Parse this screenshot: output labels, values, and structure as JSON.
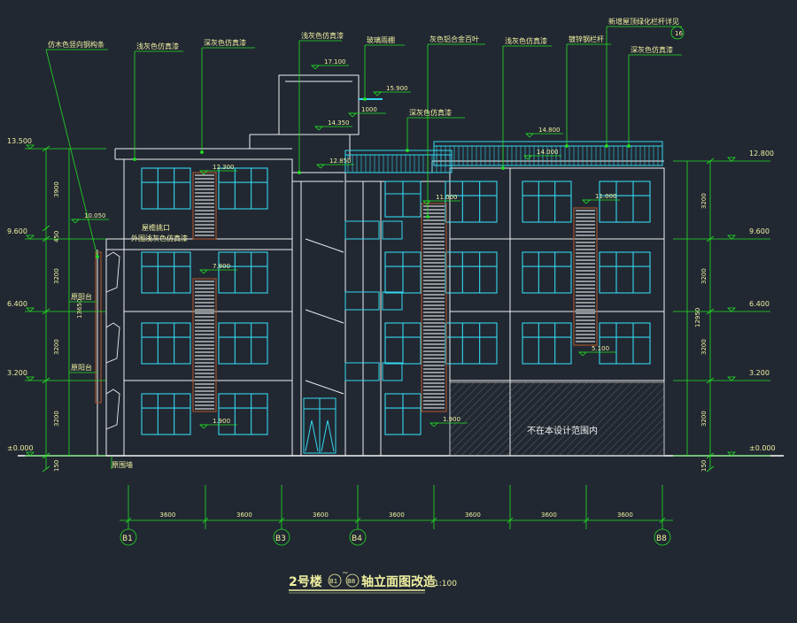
{
  "drawing": {
    "title": "2号楼",
    "title_axis_a": "B1",
    "title_tilde": "~",
    "title_axis_b": "B8",
    "title_suffix": "轴立面图改造",
    "scale": "1:100"
  },
  "annotations": {
    "a1": "仿木色竖向钢构条",
    "a2": "浅灰色仿真漆",
    "a3": "深灰色仿真漆",
    "a4": "浅灰色仿真漆",
    "a5": "玻璃雨棚",
    "a6": "灰色铝合金百叶",
    "a7": "浅灰色仿真漆",
    "a8": "镀锌钢栏杆",
    "a9": "新增屋顶绿化栏杆详见",
    "a9_ref": "16",
    "a10": "深灰色仿真漆",
    "a11": "深灰色仿真漆",
    "a12": "屋檐挑口",
    "a13": "外围浅灰色仿真漆",
    "a14": "原阳台",
    "a15": "原阳台",
    "a16": "原围墙",
    "not_in_scope": "不在本设计范围内"
  },
  "levels_left": [
    "13.500",
    "9.600",
    "6.400",
    "3.200",
    "±0.000"
  ],
  "levels_right": [
    "12.800",
    "9.600",
    "6.400",
    "3.200",
    "±0.000"
  ],
  "elev_marks": {
    "e1": "17.100",
    "e2": "15.900",
    "e3": "1000",
    "e4": "14.350",
    "e5": "14.800",
    "e6": "14.000",
    "e7": "12.850",
    "e8": "12.300",
    "e9": "11.000",
    "e10": "11.000",
    "e11": "10.050",
    "e12": "7.800",
    "e13": "5.100",
    "e14": "1.900",
    "e15": "1.900"
  },
  "left_dims": [
    "3900",
    "450",
    "3200",
    "3200",
    "3200",
    "150"
  ],
  "left_total": "13650",
  "right_dims": [
    "3200",
    "3200",
    "3200",
    "3200",
    "150"
  ],
  "right_total": "12950",
  "bottom_dims": [
    "3600",
    "3600",
    "3600",
    "3600",
    "3600",
    "3600",
    "3600"
  ],
  "axes": [
    "B1",
    "B3",
    "B4",
    "B8"
  ],
  "colors": {
    "background": "#212832",
    "building_line": "#f0f0f0",
    "window": "#34d8f0",
    "leader": "#22e022",
    "hatch": "#b0b0b0",
    "brown": "#a0522d",
    "label": "#f0f0a0"
  }
}
